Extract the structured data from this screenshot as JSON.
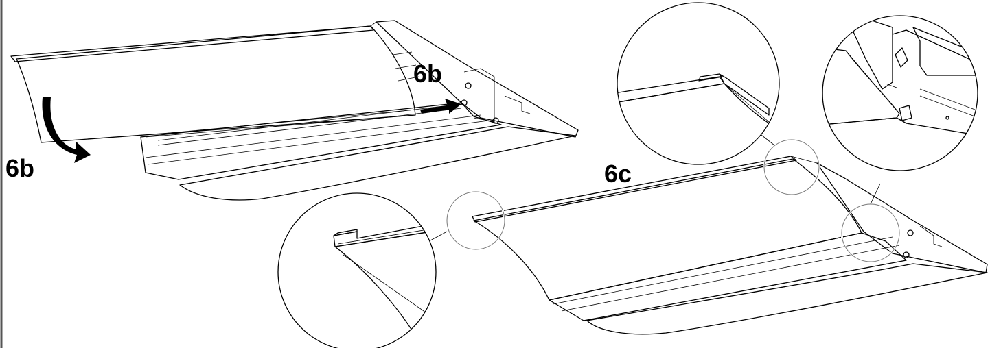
{
  "labels": {
    "step_6b_left": "6b",
    "step_6b_top": "6b",
    "step_6c": "6c"
  },
  "colors": {
    "panel_fill": "#c6c6c6",
    "outline": "#000000",
    "background": "#ffffff",
    "border": "#555555"
  },
  "icons": {
    "rotate_arrow": "curved-arrow-icon",
    "push_arrow": "straight-arrow-icon"
  }
}
